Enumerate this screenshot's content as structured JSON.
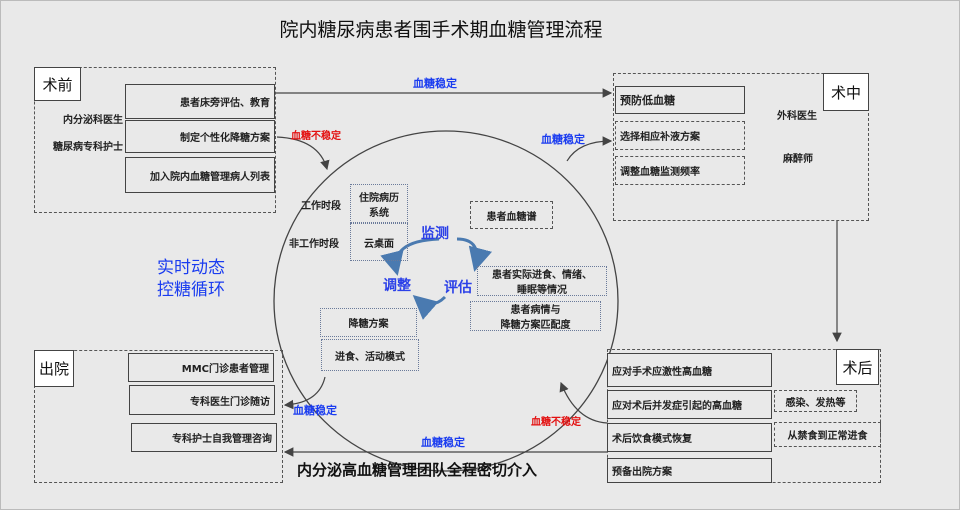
{
  "title": "院内糖尿病患者围手术期血糖管理流程",
  "preop": {
    "label": "术前",
    "staff": [
      "内分泌科医生",
      "糖尿病专科护士"
    ],
    "items": [
      "患者床旁评估、教育",
      "制定个性化降糖方案",
      "加入院内血糖管理病人列表"
    ]
  },
  "intraop": {
    "label": "术中",
    "staff": [
      "外科医生",
      "麻醉师"
    ],
    "items": [
      "预防低血糖",
      "选择相应补液方案",
      "调整血糖监测频率"
    ]
  },
  "postop": {
    "label": "术后",
    "items": [
      "应对手术应激性高血糖",
      "应对术后并发症引起的高血糖",
      "术后饮食模式恢复",
      "预备出院方案"
    ],
    "notes": [
      "感染、发热等",
      "从禁食到正常进食"
    ]
  },
  "discharge": {
    "label": "出院",
    "items": [
      "MMC门诊患者管理",
      "专科医生门诊随访",
      "专科护士自我管理咨询"
    ]
  },
  "flows": {
    "stable_top": "血糖稳定",
    "unstable_pre": "血糖不稳定",
    "stable_mid": "血糖稳定",
    "unstable_post": "血糖不稳定",
    "stable_bottom": "血糖稳定",
    "stable_left": "血糖稳定"
  },
  "cycle": {
    "title1": "实时动态",
    "title2": "控糖循环",
    "monitor": "监测",
    "evaluate": "评估",
    "adjust": "调整",
    "work": "工作时段",
    "nonwork": "非工作时段",
    "system": "住院病历系统",
    "desktop": "云桌面",
    "profile": "患者血糖谱",
    "eval1": "患者实际进食、情绪、睡眠等情况",
    "eval2a": "患者病情与",
    "eval2b": "降糖方案匹配度",
    "adj1": "降糖方案",
    "adj2": "进食、活动模式"
  },
  "footer": "内分泌高血糖管理团队全程密切介入",
  "colors": {
    "blue": "#1a3cf0",
    "red": "#e31010",
    "arrow": "#4a7ab0"
  }
}
